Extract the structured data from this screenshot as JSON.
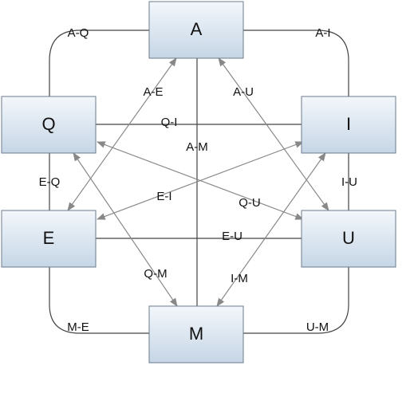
{
  "colors": {
    "node_fill_top": "#f3f7fb",
    "node_fill_bottom": "#c6d6e6",
    "plain_edge": "#444444",
    "arrow_edge": "#888888"
  },
  "nodes": [
    {
      "id": "A",
      "label": "A"
    },
    {
      "id": "Q",
      "label": "Q"
    },
    {
      "id": "I",
      "label": "I"
    },
    {
      "id": "E",
      "label": "E"
    },
    {
      "id": "U",
      "label": "U"
    },
    {
      "id": "M",
      "label": "M"
    }
  ],
  "edges": [
    {
      "id": "A-Q",
      "label": "A-Q"
    },
    {
      "id": "A-I",
      "label": "A-I"
    },
    {
      "id": "A-E",
      "label": "A-E"
    },
    {
      "id": "A-U",
      "label": "A-U"
    },
    {
      "id": "Q-I",
      "label": "Q-I"
    },
    {
      "id": "A-M",
      "label": "A-M"
    },
    {
      "id": "E-Q",
      "label": "E-Q"
    },
    {
      "id": "I-U",
      "label": "I-U"
    },
    {
      "id": "E-I",
      "label": "E-I"
    },
    {
      "id": "Q-U",
      "label": "Q-U"
    },
    {
      "id": "E-U",
      "label": "E-U"
    },
    {
      "id": "Q-M",
      "label": "Q-M"
    },
    {
      "id": "I-M",
      "label": "I-M"
    },
    {
      "id": "M-E",
      "label": "M-E"
    },
    {
      "id": "U-M",
      "label": "U-M"
    }
  ]
}
